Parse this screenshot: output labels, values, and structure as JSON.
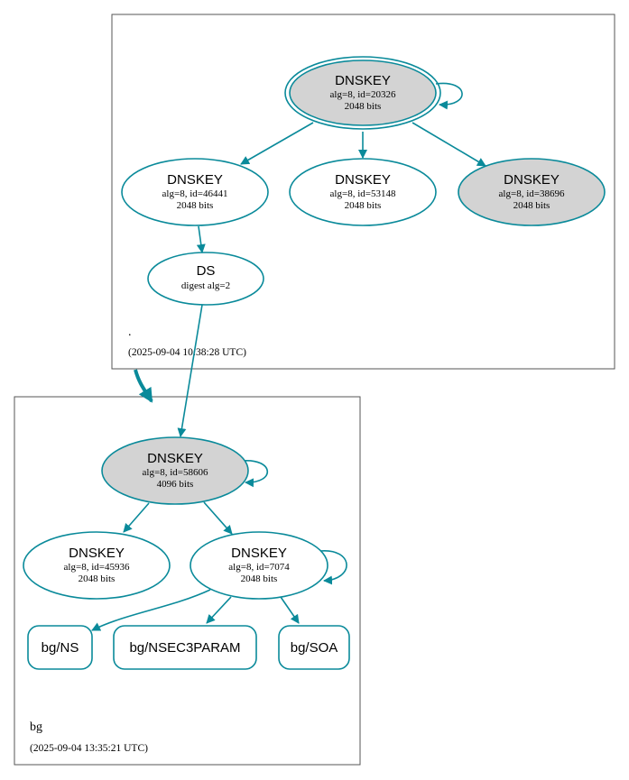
{
  "colors": {
    "edge": "#0a8a9a",
    "filled": "#d3d3d3",
    "cluster_border": "#555555"
  },
  "zones": {
    "root": {
      "label": ".",
      "timestamp": "(2025-09-04 10:38:28 UTC)"
    },
    "bg": {
      "label": "bg",
      "timestamp": "(2025-09-04 13:35:21 UTC)"
    }
  },
  "nodes": {
    "root_ksk": {
      "title": "DNSKEY",
      "line1": "alg=8, id=20326",
      "line2": "2048 bits"
    },
    "root_zsk1": {
      "title": "DNSKEY",
      "line1": "alg=8, id=46441",
      "line2": "2048 bits"
    },
    "root_zsk2": {
      "title": "DNSKEY",
      "line1": "alg=8, id=53148",
      "line2": "2048 bits"
    },
    "root_ksk2": {
      "title": "DNSKEY",
      "line1": "alg=8, id=38696",
      "line2": "2048 bits"
    },
    "ds": {
      "title": "DS",
      "line1": "digest alg=2"
    },
    "bg_ksk": {
      "title": "DNSKEY",
      "line1": "alg=8, id=58606",
      "line2": "4096 bits"
    },
    "bg_zsk1": {
      "title": "DNSKEY",
      "line1": "alg=8, id=45936",
      "line2": "2048 bits"
    },
    "bg_zsk2": {
      "title": "DNSKEY",
      "line1": "alg=8, id=7074",
      "line2": "2048 bits"
    }
  },
  "rrsets": {
    "ns": "bg/NS",
    "nsec3param": "bg/NSEC3PARAM",
    "soa": "bg/SOA"
  }
}
